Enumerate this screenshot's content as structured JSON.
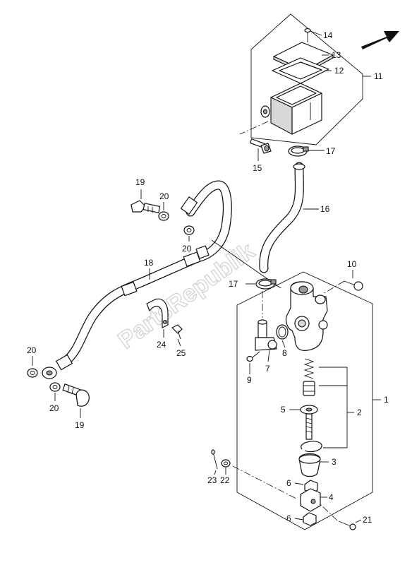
{
  "diagram": {
    "watermark": "PartsRepublik",
    "callouts": [
      {
        "id": "c1",
        "text": "1"
      },
      {
        "id": "c2",
        "text": "2"
      },
      {
        "id": "c3",
        "text": "3"
      },
      {
        "id": "c4",
        "text": "4"
      },
      {
        "id": "c5",
        "text": "5"
      },
      {
        "id": "c6a",
        "text": "6"
      },
      {
        "id": "c6b",
        "text": "6"
      },
      {
        "id": "c7",
        "text": "7"
      },
      {
        "id": "c8",
        "text": "8"
      },
      {
        "id": "c9",
        "text": "9"
      },
      {
        "id": "c10",
        "text": "10"
      },
      {
        "id": "c11",
        "text": "11"
      },
      {
        "id": "c12",
        "text": "12"
      },
      {
        "id": "c13",
        "text": "13"
      },
      {
        "id": "c14",
        "text": "14"
      },
      {
        "id": "c15",
        "text": "15"
      },
      {
        "id": "c16",
        "text": "16"
      },
      {
        "id": "c17a",
        "text": "17"
      },
      {
        "id": "c17b",
        "text": "17"
      },
      {
        "id": "c18",
        "text": "18"
      },
      {
        "id": "c19a",
        "text": "19"
      },
      {
        "id": "c19b",
        "text": "19"
      },
      {
        "id": "c20a",
        "text": "20"
      },
      {
        "id": "c20b",
        "text": "20"
      },
      {
        "id": "c20c",
        "text": "20"
      },
      {
        "id": "c20d",
        "text": "20"
      },
      {
        "id": "c21",
        "text": "21"
      },
      {
        "id": "c22",
        "text": "22"
      },
      {
        "id": "c23",
        "text": "23"
      },
      {
        "id": "c24",
        "text": "24"
      },
      {
        "id": "c25",
        "text": "25"
      }
    ]
  }
}
